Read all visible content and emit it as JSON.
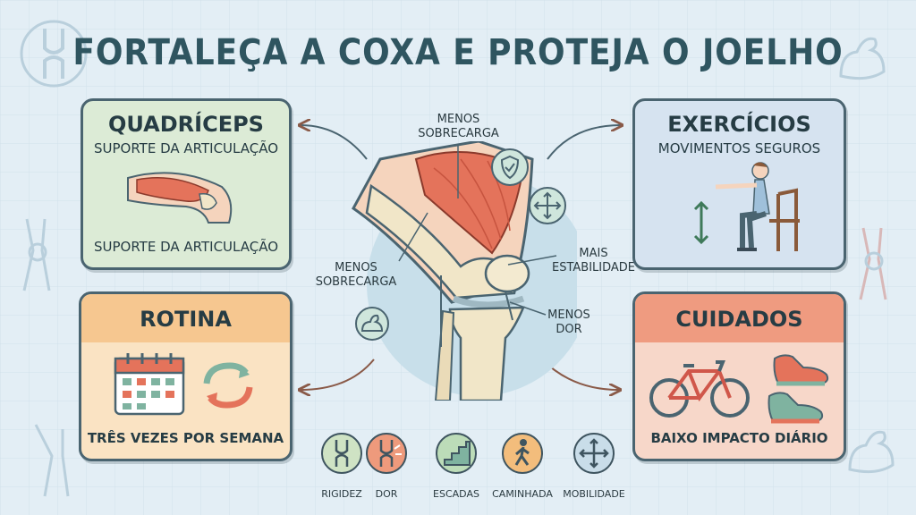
{
  "title": "FORTALEÇA A COXA E PROTEJA O JOELHO",
  "panels": {
    "quadriceps": {
      "title": "QUADRÍCEPS",
      "subtitle": "SUPORTE DA ARTICULAÇÃO",
      "footer": "SUPORTE DA ARTICULAÇÃO"
    },
    "exercicios": {
      "title": "EXERCÍCIOS",
      "subtitle": "MOVIMENTOS SEGUROS"
    },
    "rotina": {
      "title": "ROTINA",
      "footer": "TRÊS VEZES POR SEMANA"
    },
    "cuidados": {
      "title": "CUIDADOS",
      "footer": "BAIXO IMPACTO DIÁRIO"
    }
  },
  "knee_labels": {
    "top": [
      "MENOS",
      "SOBRECARGA"
    ],
    "left": [
      "MENOS",
      "SOBRECARGA"
    ],
    "right_stability": [
      "MAIS",
      "ESTABILIDADE"
    ],
    "right_pain": [
      "MENOS",
      "DOR"
    ]
  },
  "bottom_icons": [
    {
      "label": "RIGIDEZ",
      "icon": "knee-joint-icon",
      "color": "#cfe3c4"
    },
    {
      "label": "DOR",
      "icon": "knee-pain-icon",
      "color": "#ee9a7c"
    },
    {
      "label": "ESCADAS",
      "icon": "stairs-icon",
      "color": "#bcdcb8"
    },
    {
      "label": "CAMINHADA",
      "icon": "walking-person-icon",
      "color": "#f3bd7c"
    },
    {
      "label": "MOBILIDADE",
      "icon": "mobility-arrows-icon",
      "color": "#c9dde9"
    }
  ],
  "colors": {
    "title": "#2f5560",
    "outline": "#4a6470",
    "muscle": "#e4735b",
    "bone": "#f1e6c8"
  }
}
